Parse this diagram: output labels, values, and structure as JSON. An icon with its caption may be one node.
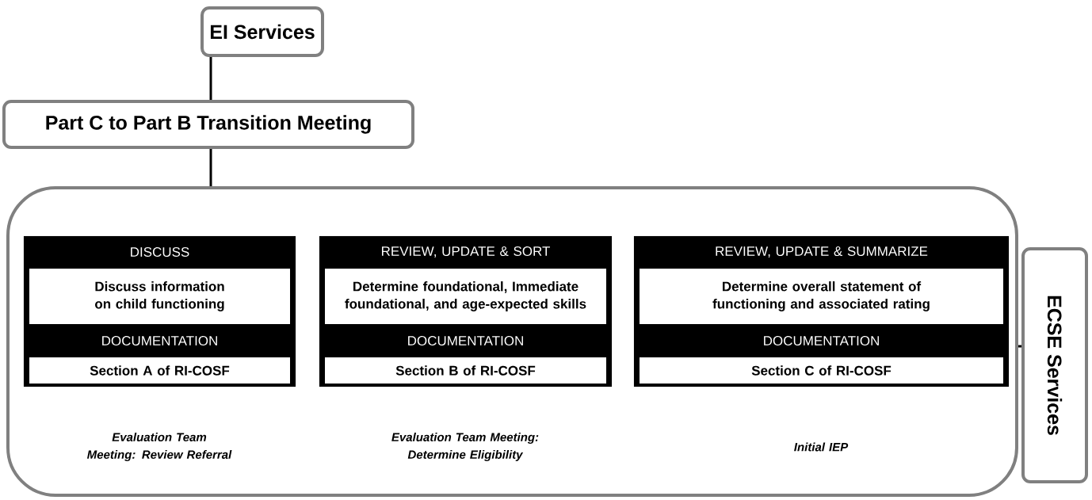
{
  "diagram": {
    "nodes": [
      {
        "text": [
          "EI Services"
        ]
      },
      {
        "text": [
          "Part C to Part B Transition Meeting"
        ]
      },
      {
        "text": [],
        "shape": "box"
      },
      {
        "text": [
          "DISCUSS",
          "Discuss information on child functioning",
          "DOCUMENTATION",
          "Section A of RI-COSF"
        ],
        "in": 2
      },
      {
        "text": [
          "REVIEW, UPDATE & SORT",
          "Determine foundational, Immediate foundational, and age-expected skills",
          "DOCUMENTATION",
          "Section B of RI-COSF"
        ],
        "in": 2
      },
      {
        "text": [
          "REVIEW, UPDATE & SUMMARIZE",
          "Determine overall statement of functioning and associated rating",
          "DOCUMENTATION",
          "Section C of RI-COSF"
        ],
        "in": 2
      },
      {
        "text": [
          "ECSE Services"
        ]
      }
    ],
    "edges": [
      {
        "from": 0,
        "to": 1,
        "arrow": "none"
      },
      {
        "from": 1,
        "to": 2,
        "arrow": "none"
      },
      {
        "from": 2,
        "to": 6,
        "arrow": "none"
      }
    ],
    "labels": [
      "Evaluation Team Meeting: Review Referral",
      "Evaluation Team Meeting: Determine Eligibility",
      "Initial IEP"
    ]
  }
}
